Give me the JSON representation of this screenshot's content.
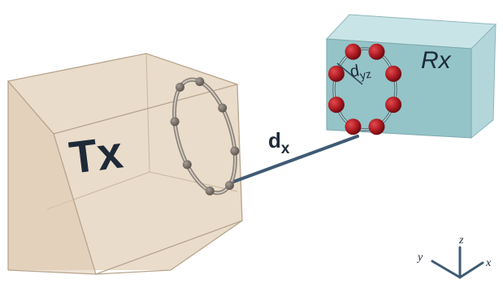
{
  "diagram": {
    "tx_label": "Tx",
    "rx_label": "Rx",
    "distance_label": "d",
    "distance_subscript": "x",
    "radius_label": "d",
    "radius_subscript": "yz",
    "axis_y_label": "y",
    "axis_z_label": "z",
    "axis_x_label": "x"
  },
  "colors": {
    "tx_box": "#e8d9c5",
    "tx_edge": "#b7a48d",
    "rx_front": "#94c4c8",
    "rx_top": "#c9e4e7",
    "rx_side": "#b2d6da",
    "link_line": "#3f5a74",
    "tx_elements": "#7f756c",
    "rx_elements": "#a2141d",
    "axis_color": "#3f5a74"
  }
}
